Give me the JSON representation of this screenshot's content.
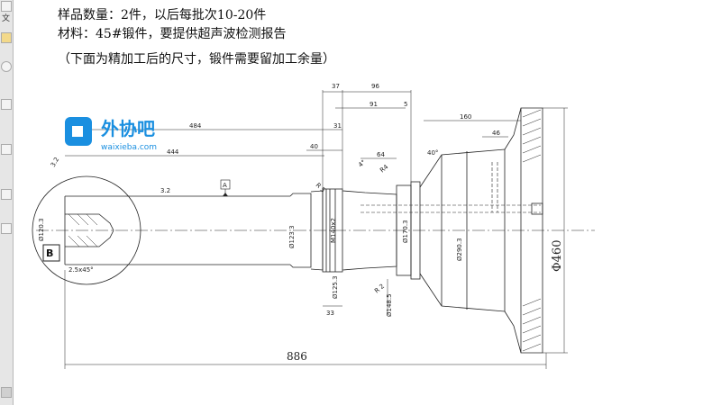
{
  "notes": {
    "line1": "样品数量：2件，以后每批次10-20件",
    "line2": "材料：45#锻件，要提供超声波检测报告",
    "line3": "（下面为精加工后的尺寸，锻件需要留加工余量）"
  },
  "toolbar": {
    "label": "文"
  },
  "watermark": {
    "name": "外协吧",
    "url": "waixieba.com",
    "color": "#1a8fe0"
  },
  "dims": {
    "d37": "37",
    "d96": "96",
    "d91": "91",
    "d5": "5",
    "d160": "160",
    "d484": "484",
    "d31": "31",
    "d46": "46",
    "d444": "444",
    "d40": "40",
    "d64": "64",
    "a40": "40°",
    "r5": "R 5",
    "c4": "4°",
    "r4": "R4",
    "rough1": "3.2",
    "rough2": "3.2",
    "datum": "A",
    "dia120": "Ø120.3",
    "dia123": "Ø123.3",
    "m140": "M140x2",
    "dia170": "Ø170.3",
    "dia290": "Ø290.3",
    "phi460": "Φ460",
    "dia125": "Ø125.3",
    "r2": "R 2",
    "dia148": "Ø148.5",
    "d33": "33",
    "chamfer": "2.5x45°",
    "detail": "B",
    "total": "886"
  }
}
